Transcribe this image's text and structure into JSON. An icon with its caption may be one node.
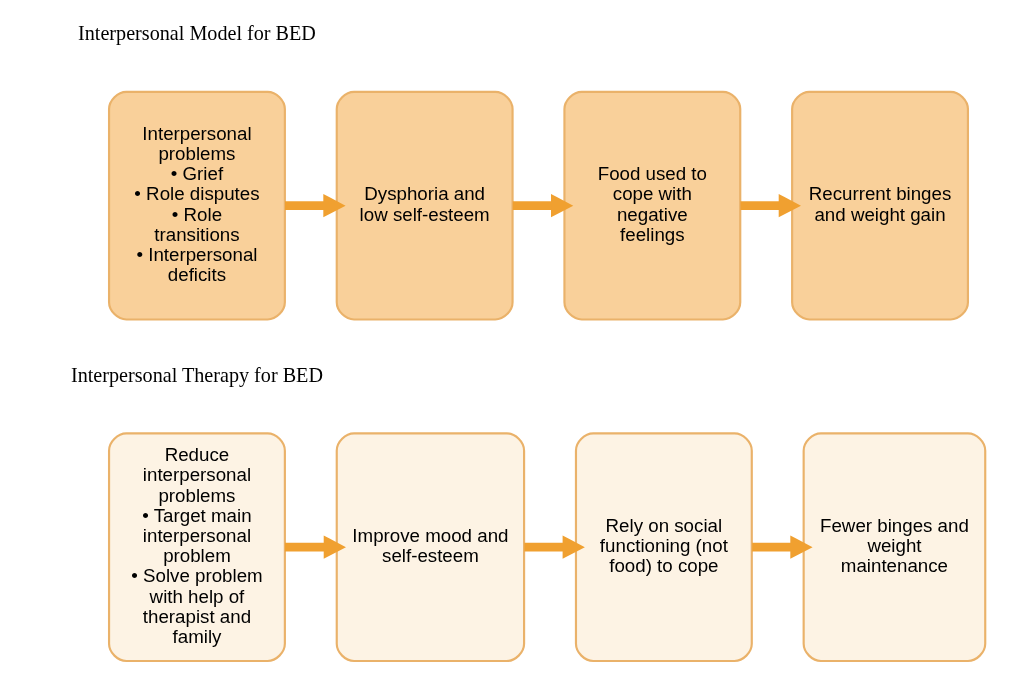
{
  "diagram": {
    "nodes": [
      {
        "text": [
          "Interpersonal problems",
          "• Grief",
          "• Role disputes",
          "• Role transitions",
          "• Interpersonal deficits"
        ]
      },
      {
        "text": [
          "Dysphoria and low self-esteem"
        ]
      },
      {
        "text": [
          "Food used to cope with negative feelings"
        ]
      },
      {
        "text": [
          "Recurrent binges and weight gain"
        ]
      },
      {
        "text": [
          "Reduce interpersonal problems",
          "• Target main interpersonal problem",
          "• Solve problem with help of therapist and family"
        ]
      },
      {
        "text": [
          "Improve mood and self-esteem"
        ]
      },
      {
        "text": [
          "Rely on social functioning (not food) to cope"
        ]
      },
      {
        "text": [
          "Fewer binges and weight maintenance"
        ]
      }
    ],
    "edges": [
      {
        "from": 0,
        "to": 1,
        "arrow": "to"
      },
      {
        "from": 1,
        "to": 2,
        "arrow": "to"
      },
      {
        "from": 2,
        "to": 3,
        "arrow": "to"
      },
      {
        "from": 4,
        "to": 5,
        "arrow": "to"
      },
      {
        "from": 5,
        "to": 6,
        "arrow": "to"
      },
      {
        "from": 6,
        "to": 7,
        "arrow": "to"
      }
    ],
    "labels": [
      "Interpersonal Model for BED",
      "Interpersonal Therapy for BED"
    ]
  }
}
